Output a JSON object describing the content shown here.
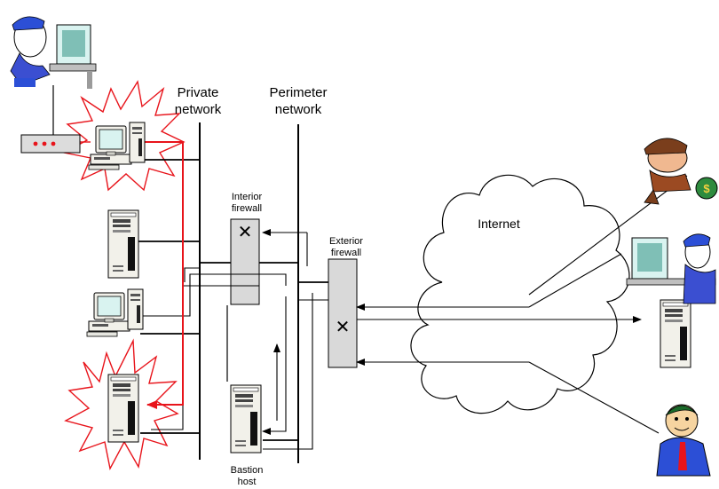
{
  "labels": {
    "private_network": [
      "Private",
      "network"
    ],
    "perimeter_network": [
      "Perimeter",
      "network"
    ],
    "interior_firewall": [
      "Interior",
      "firewall"
    ],
    "exterior_firewall": [
      "Exterior",
      "firewall"
    ],
    "internet": "Internet",
    "bastion_host": [
      "Bastion",
      "host"
    ]
  },
  "colors": {
    "line": "#000000",
    "attack": "#e8141b",
    "firewall_fill": "#d9d9d9",
    "monitor_screen": "#d9f3f0",
    "tower_fill": "#f2f1ea",
    "accent_blue": "#2c4fd6",
    "cloud_stroke": "#000000"
  },
  "icons": [
    "user-at-computer-icon",
    "modem-icon",
    "desktop-computer-icon",
    "tower-server-icon",
    "firewall-icon",
    "internet-cloud-icon",
    "thief-with-money-bag-icon",
    "businessman-icon",
    "explosion-burst-icon"
  ]
}
